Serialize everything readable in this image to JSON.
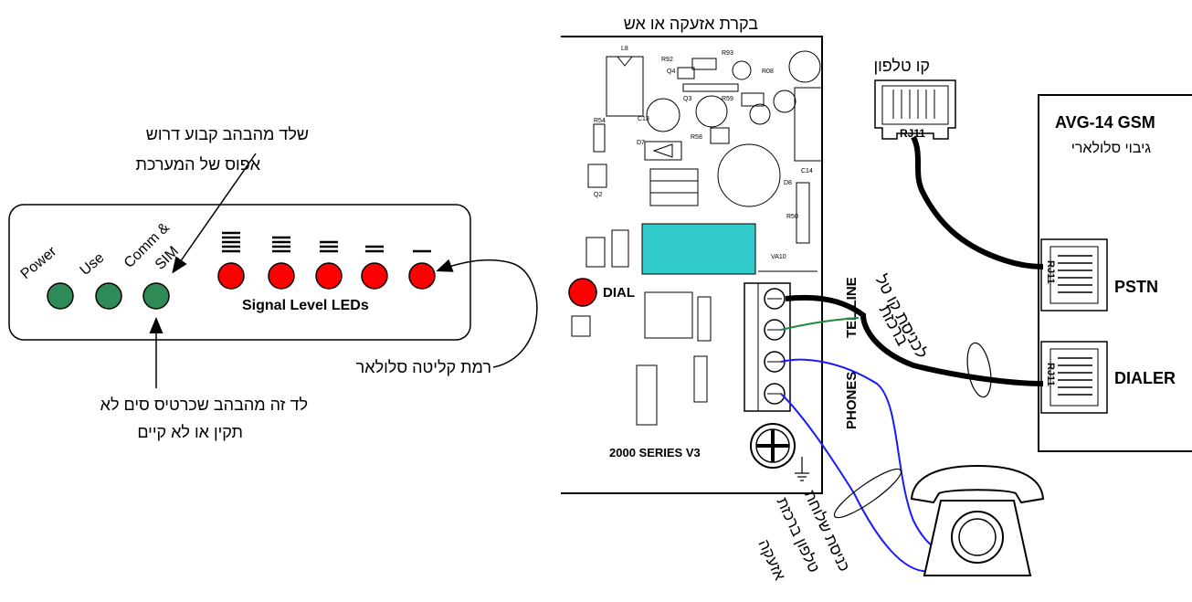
{
  "led_panel": {
    "leds": [
      {
        "label": "Power",
        "color": "#2e8b57"
      },
      {
        "label": "Use",
        "color": "#2e8b57"
      },
      {
        "label": "Comm &",
        "label2": "SIM",
        "color": "#2e8b57"
      }
    ],
    "signal_leds_color": "#ff0000",
    "signal_label": "Signal Level LEDs",
    "annotation_top_line1": "שלד  מהבהב קבוע דרוש",
    "annotation_top_line2": "אפוס של המערכת",
    "annotation_signal": "רמת קליטה סלולאר",
    "annotation_sim_line1": "לד זה מהבהב שכרטיס סים לא",
    "annotation_sim_line2": "תקין או לא קיים"
  },
  "alarm_board": {
    "title": "בקרת אזעקה או אש",
    "dial_label": "DIAL",
    "series_label": "2000 SERIES V3",
    "tel_line_label": "TEL.LINE",
    "phones_label": "PHONES",
    "accent_block_color": "#33cccc",
    "component_labels": [
      "L8",
      "R92",
      "R93",
      "R08",
      "Q4",
      "Q3",
      "R59",
      "C13",
      "D7",
      "R58",
      "Q2",
      "R54",
      "C14",
      "D8",
      "R50",
      "VA10"
    ]
  },
  "telephone_jack": {
    "title": "קו טלפון",
    "jack_label": "RJ11"
  },
  "gsm_unit": {
    "model": "AVG-14 GSM",
    "subtitle": "גיבוי סלולארי",
    "port_pstn": "PSTN",
    "port_dialer": "DIALER",
    "port_jack_label": "RJ11"
  },
  "wire_notes": {
    "tel_input_line1": "לכניסת קו טל",
    "tel_input_line2": "ברכזת",
    "phone_line1": "כניסת שלוחת",
    "phone_line2": "טלפון ברכזת",
    "phone_line3": "אזעקה"
  },
  "colors": {
    "wire_blue": "#1a1aff",
    "wire_green": "#1a8a3a",
    "cable_black": "#000000"
  }
}
